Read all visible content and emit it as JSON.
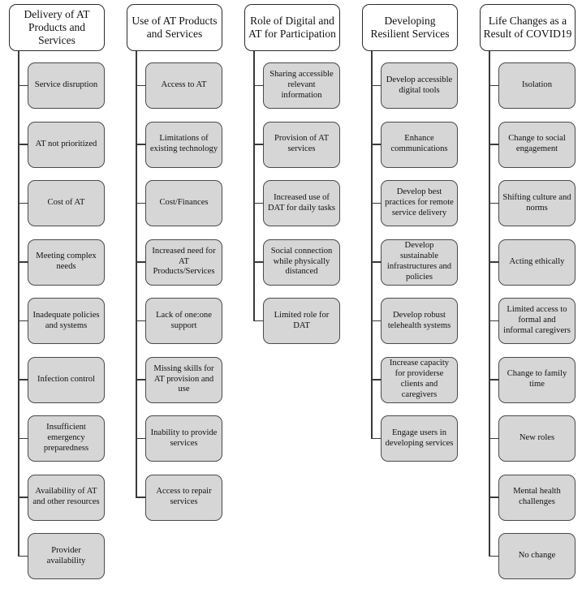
{
  "diagram": {
    "colors": {
      "header_fill": "#ffffff",
      "header_border": "#2b2b2b",
      "item_fill": "#d6d6d6",
      "item_border": "#4a4a4a",
      "connector": "#3a3a3a",
      "text": "#111111"
    },
    "columns": [
      {
        "title": "Delivery of AT Products and Services",
        "items": [
          "Service disruption",
          "AT not prioritized",
          "Cost of AT",
          "Meeting complex needs",
          "Inadequate policies and systems",
          "Infection control",
          "Insufficient emergency preparedness",
          "Availability of AT and other resources",
          "Provider availability"
        ]
      },
      {
        "title": "Use of AT Products and Services",
        "items": [
          "Access to AT",
          "Limitations of existing technology",
          "Cost/Finances",
          "Increased need for AT Products/Services",
          "Lack of one:one support",
          "Missing skills for AT provision and use",
          "Inability to provide services",
          "Access to repair services"
        ]
      },
      {
        "title": "Role of Digital and AT for Participation",
        "items": [
          "Sharing accessible relevant information",
          "Provision of AT services",
          "Increased use of DAT for daily tasks",
          "Social connection while physically distanced",
          "Limited role for DAT"
        ]
      },
      {
        "title": "Developing Resilient Services",
        "items": [
          "Develop accessible digital tools",
          "Enhance communications",
          "Develop best practices for remote service delivery",
          "Develop sustainable infrastructures and policies",
          "Develop robust telehealth systems",
          "Increase capacity for providerse clients and caregivers",
          "Engage users in developing services"
        ]
      },
      {
        "title": "Life Changes as a Result of COVID19",
        "items": [
          "Isolation",
          "Change to social engagement",
          "Shifting culture and norms",
          "Acting ethically",
          "Limited access to formal and informal caregivers",
          "Change to family time",
          "New roles",
          "Mental health challenges",
          "No change"
        ]
      }
    ]
  }
}
